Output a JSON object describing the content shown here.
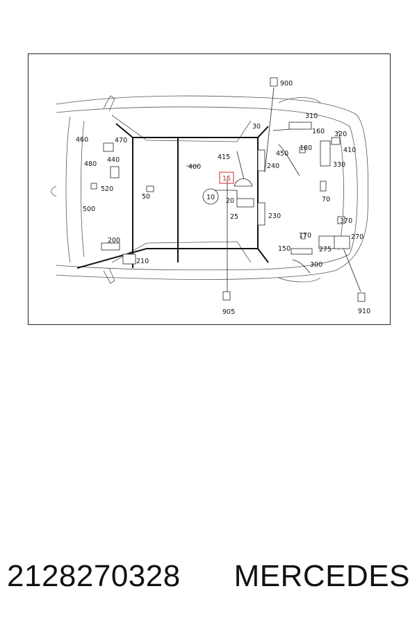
{
  "diagram": {
    "callouts": [
      {
        "id": "c900",
        "text": "900"
      },
      {
        "id": "c310",
        "text": "310"
      },
      {
        "id": "c160",
        "text": "160"
      },
      {
        "id": "c320",
        "text": "320"
      },
      {
        "id": "c450",
        "text": "450"
      },
      {
        "id": "c180",
        "text": "180"
      },
      {
        "id": "c410",
        "text": "410"
      },
      {
        "id": "c330",
        "text": "330"
      },
      {
        "id": "c30",
        "text": "30"
      },
      {
        "id": "c415",
        "text": "415"
      },
      {
        "id": "c240",
        "text": "240"
      },
      {
        "id": "c400",
        "text": "400"
      },
      {
        "id": "c15",
        "text": "15",
        "highlighted": true
      },
      {
        "id": "c10",
        "text": "10"
      },
      {
        "id": "c20",
        "text": "20"
      },
      {
        "id": "c25",
        "text": "25"
      },
      {
        "id": "c230",
        "text": "230"
      },
      {
        "id": "c70",
        "text": "70"
      },
      {
        "id": "c460",
        "text": "460"
      },
      {
        "id": "c470",
        "text": "470"
      },
      {
        "id": "c440",
        "text": "440"
      },
      {
        "id": "c480",
        "text": "480"
      },
      {
        "id": "c520",
        "text": "520"
      },
      {
        "id": "c50",
        "text": "50"
      },
      {
        "id": "c500",
        "text": "500"
      },
      {
        "id": "c200",
        "text": "200"
      },
      {
        "id": "c210",
        "text": "210"
      },
      {
        "id": "c370",
        "text": "370"
      },
      {
        "id": "c170",
        "text": "170"
      },
      {
        "id": "c270",
        "text": "270"
      },
      {
        "id": "c150",
        "text": "150"
      },
      {
        "id": "c275",
        "text": "275"
      },
      {
        "id": "c300",
        "text": "300"
      },
      {
        "id": "c905",
        "text": "905"
      },
      {
        "id": "c910",
        "text": "910"
      }
    ],
    "highlight_color": "#d94b4b"
  },
  "footer": {
    "part_number": "2128270328",
    "brand": "MERCEDES"
  }
}
